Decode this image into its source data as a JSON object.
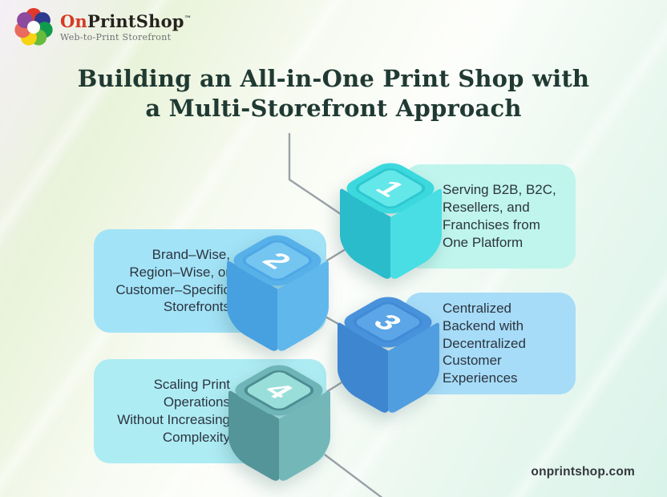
{
  "brand": {
    "logo_text_primary": "On",
    "logo_text_secondary": "PrintShop",
    "trademark": "™",
    "tagline": "Web-to-Print Storefront",
    "colors": {
      "primary_red": "#d63a26",
      "dark_text": "#26211f",
      "tagline_gray": "#6e7073"
    },
    "petal_colors": [
      "#e0392b",
      "#2e3a8f",
      "#129a4c",
      "#66bb3d",
      "#f6d313",
      "#e96a5e",
      "#8d4a9e"
    ]
  },
  "title": {
    "line1": "Building an All-in-One Print Shop with",
    "line2": "a Multi-Storefront Approach",
    "color": "#203a33"
  },
  "connector": {
    "color": "#9aa2a8"
  },
  "steps": [
    {
      "number": "1",
      "text": "Serving B2B, B2C,\nResellers, and\nFranchises from\nOne Platform",
      "colors": {
        "card": "#bff5ec",
        "text": "#2c3440",
        "cube_top": "#3bd9de",
        "cube_inner": "#63e7e9",
        "cube_rim": "#2ec7d0",
        "cube_left": "#2abccb",
        "cube_right": "#48dee4",
        "number": "#ffffff"
      }
    },
    {
      "number": "2",
      "text": "Brand–Wise,\nRegion–Wise, or\nCustomer–Specific\nStorefronts",
      "colors": {
        "card": "#a3e3f7",
        "text": "#2c3440",
        "cube_top": "#58b0e9",
        "cube_inner": "#74c5f0",
        "cube_rim": "#4ea7e5",
        "cube_left": "#47a0e0",
        "cube_right": "#60b7ec",
        "number": "#ffffff"
      }
    },
    {
      "number": "3",
      "text": "Centralized\nBackend with\nDecentralized\nCustomer\nExperiences",
      "colors": {
        "card": "#a6dcf8",
        "text": "#2c3440",
        "cube_top": "#4892dc",
        "cube_inner": "#5ca5e6",
        "cube_rim": "#418ad6",
        "cube_left": "#3f86d0",
        "cube_right": "#509de0",
        "number": "#ffffff"
      }
    },
    {
      "number": "4",
      "text": "Scaling Print\nOperations\nWithout Increasing\nComplexity",
      "colors": {
        "card": "#aeecf4",
        "text": "#2c3440",
        "cube_top": "#6fb5b7",
        "cube_inner": "#9adeda",
        "cube_rim": "#4d8d92",
        "cube_left": "#549599",
        "cube_right": "#73b7b9",
        "number": "#ffffff"
      }
    }
  ],
  "footer": {
    "website": "onprintshop.com",
    "color": "#34383c"
  }
}
